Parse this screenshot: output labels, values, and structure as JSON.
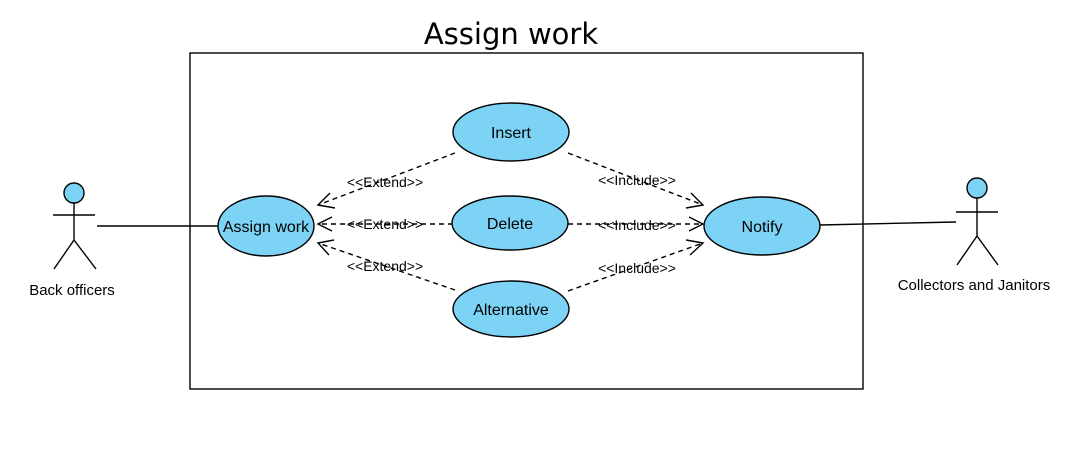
{
  "diagram": {
    "title": "Assign work",
    "colors": {
      "usecase_fill": "#7dd3f5",
      "actor_head_fill": "#7dd3f5",
      "stroke": "#000000"
    },
    "actors": {
      "back_officers": "Back officers",
      "collectors_janitors": "Collectors and Janitors"
    },
    "use_cases": {
      "assign_work": "Assign work",
      "insert": "Insert",
      "delete": "Delete",
      "alternative": "Alternative",
      "notify": "Notify"
    },
    "relations": {
      "extend_insert": "<<Extend>>",
      "extend_delete": "<<Extend>>",
      "extend_alternative": "<<Extend>>",
      "include_insert": "<<Include>>",
      "include_delete": "<<Include>>",
      "include_alternative": "<<Include>>"
    }
  }
}
